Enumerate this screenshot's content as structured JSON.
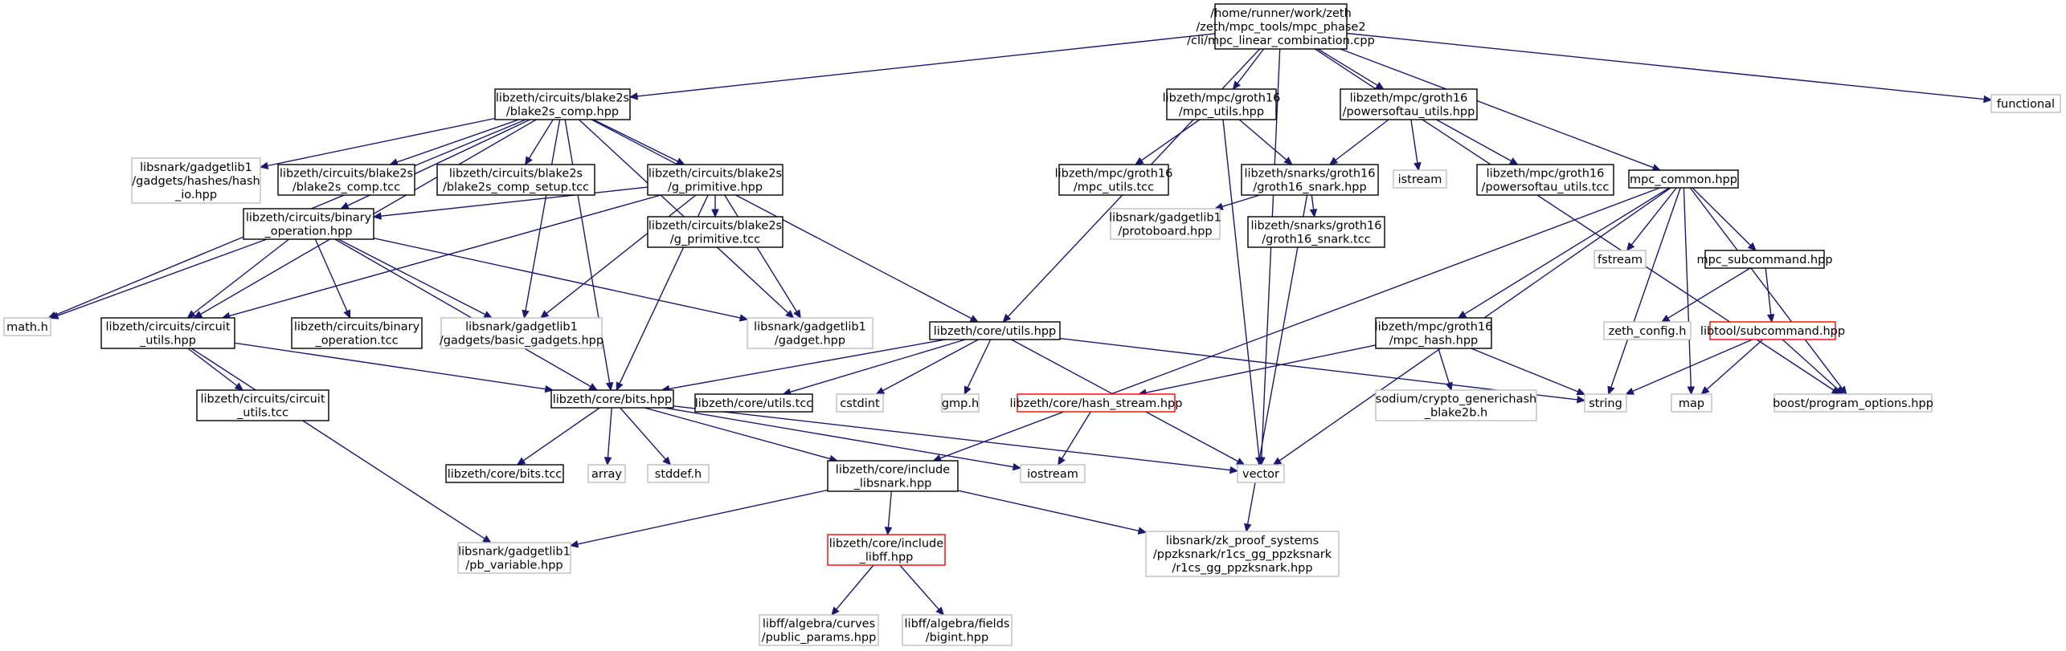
{
  "colors": {
    "edge": "#191970",
    "border_documented": "#000000",
    "border_undocumented": "#bfbfbf",
    "border_incomplete": "#ff0000",
    "root_fill": "#bfbfbf",
    "node_fill": "#ffffff"
  },
  "nodes": [
    {
      "id": "root",
      "style": "root",
      "lines": [
        "/home/runner/work/zeth",
        "/zeth/mpc_tools/mpc_phase2",
        "/cli/mpc_linear_combination.cpp"
      ]
    },
    {
      "id": "blake2s_comp_hpp",
      "style": "doc",
      "lines": [
        "libzeth/circuits/blake2s",
        "/blake2s_comp.hpp"
      ]
    },
    {
      "id": "mpc_utils_hpp",
      "style": "doc",
      "lines": [
        "libzeth/mpc/groth16",
        "/mpc_utils.hpp"
      ]
    },
    {
      "id": "powersoftau_utils_hpp",
      "style": "doc",
      "lines": [
        "libzeth/mpc/groth16",
        "/powersoftau_utils.hpp"
      ]
    },
    {
      "id": "functional",
      "style": "undoc",
      "lines": [
        "functional"
      ]
    },
    {
      "id": "hash_io_hpp",
      "style": "undoc",
      "lines": [
        "libsnark/gadgetlib1",
        "/gadgets/hashes/hash",
        "_io.hpp"
      ]
    },
    {
      "id": "blake2s_comp_tcc",
      "style": "doc",
      "lines": [
        "libzeth/circuits/blake2s",
        "/blake2s_comp.tcc"
      ]
    },
    {
      "id": "blake2s_comp_setup_tcc",
      "style": "doc",
      "lines": [
        "libzeth/circuits/blake2s",
        "/blake2s_comp_setup.tcc"
      ]
    },
    {
      "id": "g_primitive_hpp",
      "style": "doc",
      "lines": [
        "libzeth/circuits/blake2s",
        "/g_primitive.hpp"
      ]
    },
    {
      "id": "mpc_utils_tcc",
      "style": "doc",
      "lines": [
        "libzeth/mpc/groth16",
        "/mpc_utils.tcc"
      ]
    },
    {
      "id": "groth16_snark_hpp",
      "style": "doc",
      "lines": [
        "libzeth/snarks/groth16",
        "/groth16_snark.hpp"
      ]
    },
    {
      "id": "istream",
      "style": "undoc",
      "lines": [
        "istream"
      ]
    },
    {
      "id": "powersoftau_utils_tcc",
      "style": "doc",
      "lines": [
        "libzeth/mpc/groth16",
        "/powersoftau_utils.tcc"
      ]
    },
    {
      "id": "mpc_common_hpp",
      "style": "doc",
      "lines": [
        "mpc_common.hpp"
      ]
    },
    {
      "id": "g_primitive_tcc",
      "style": "doc",
      "lines": [
        "libzeth/circuits/blake2s",
        "/g_primitive.tcc"
      ]
    },
    {
      "id": "binary_operation_hpp",
      "style": "doc",
      "lines": [
        "libzeth/circuits/binary",
        "_operation.hpp"
      ]
    },
    {
      "id": "protoboard_hpp",
      "style": "undoc",
      "lines": [
        "libsnark/gadgetlib1",
        "/protoboard.hpp"
      ]
    },
    {
      "id": "groth16_snark_tcc",
      "style": "doc",
      "lines": [
        "libzeth/snarks/groth16",
        "/groth16_snark.tcc"
      ]
    },
    {
      "id": "fstream",
      "style": "undoc",
      "lines": [
        "fstream"
      ]
    },
    {
      "id": "mpc_subcommand_hpp",
      "style": "doc",
      "lines": [
        "mpc_subcommand.hpp"
      ]
    },
    {
      "id": "math_h",
      "style": "undoc",
      "lines": [
        "math.h"
      ]
    },
    {
      "id": "circuit_utils_hpp",
      "style": "doc",
      "lines": [
        "libzeth/circuits/circuit",
        "_utils.hpp"
      ]
    },
    {
      "id": "binary_operation_tcc",
      "style": "doc",
      "lines": [
        "libzeth/circuits/binary",
        "_operation.tcc"
      ]
    },
    {
      "id": "basic_gadgets_hpp",
      "style": "undoc",
      "lines": [
        "libsnark/gadgetlib1",
        "/gadgets/basic_gadgets.hpp"
      ]
    },
    {
      "id": "gadget_hpp",
      "style": "undoc",
      "lines": [
        "libsnark/gadgetlib1",
        "/gadget.hpp"
      ]
    },
    {
      "id": "core_utils_hpp",
      "style": "doc",
      "lines": [
        "libzeth/core/utils.hpp"
      ]
    },
    {
      "id": "mpc_hash_hpp",
      "style": "doc",
      "lines": [
        "libzeth/mpc/groth16",
        "/mpc_hash.hpp"
      ]
    },
    {
      "id": "zeth_config_h",
      "style": "undoc",
      "lines": [
        "zeth_config.h"
      ]
    },
    {
      "id": "libtool_subcommand_hpp",
      "style": "incomplete",
      "lines": [
        "libtool/subcommand.hpp"
      ]
    },
    {
      "id": "circuit_utils_tcc",
      "style": "doc",
      "lines": [
        "libzeth/circuits/circuit",
        "_utils.tcc"
      ]
    },
    {
      "id": "bits_hpp",
      "style": "doc",
      "lines": [
        "libzeth/core/bits.hpp"
      ]
    },
    {
      "id": "core_utils_tcc",
      "style": "doc",
      "lines": [
        "libzeth/core/utils.tcc"
      ]
    },
    {
      "id": "cstdint",
      "style": "undoc",
      "lines": [
        "cstdint"
      ]
    },
    {
      "id": "gmp_h",
      "style": "undoc",
      "lines": [
        "gmp.h"
      ]
    },
    {
      "id": "hash_stream_hpp",
      "style": "incomplete",
      "lines": [
        "libzeth/core/hash_stream.hpp"
      ]
    },
    {
      "id": "crypto_generichash_h",
      "style": "undoc",
      "lines": [
        "sodium/crypto_generichash",
        "_blake2b.h"
      ]
    },
    {
      "id": "string",
      "style": "undoc",
      "lines": [
        "string"
      ]
    },
    {
      "id": "map",
      "style": "undoc",
      "lines": [
        "map"
      ]
    },
    {
      "id": "program_options_hpp",
      "style": "undoc",
      "lines": [
        "boost/program_options.hpp"
      ]
    },
    {
      "id": "bits_tcc",
      "style": "doc",
      "lines": [
        "libzeth/core/bits.tcc"
      ]
    },
    {
      "id": "array",
      "style": "undoc",
      "lines": [
        "array"
      ]
    },
    {
      "id": "stddef_h",
      "style": "undoc",
      "lines": [
        "stddef.h"
      ]
    },
    {
      "id": "include_libsnark_hpp",
      "style": "doc",
      "lines": [
        "libzeth/core/include",
        "_libsnark.hpp"
      ]
    },
    {
      "id": "iostream",
      "style": "undoc",
      "lines": [
        "iostream"
      ]
    },
    {
      "id": "vector",
      "style": "undoc",
      "lines": [
        "vector"
      ]
    },
    {
      "id": "pb_variable_hpp",
      "style": "undoc",
      "lines": [
        "libsnark/gadgetlib1",
        "/pb_variable.hpp"
      ]
    },
    {
      "id": "r1cs_gg_ppzksnark_hpp",
      "style": "undoc",
      "lines": [
        "libsnark/zk_proof_systems",
        "/ppzksnark/r1cs_gg_ppzksnark",
        "/r1cs_gg_ppzksnark.hpp"
      ]
    },
    {
      "id": "include_libff_hpp",
      "style": "incomplete",
      "lines": [
        "libzeth/core/include",
        "_libff.hpp"
      ]
    },
    {
      "id": "public_params_hpp",
      "style": "undoc",
      "lines": [
        "libff/algebra/curves",
        "/public_params.hpp"
      ]
    },
    {
      "id": "bigint_hpp",
      "style": "undoc",
      "lines": [
        "libff/algebra/fields",
        "/bigint.hpp"
      ]
    }
  ],
  "edges": [
    [
      "root",
      "blake2s_comp_hpp"
    ],
    [
      "root",
      "core_utils_hpp"
    ],
    [
      "root",
      "vector"
    ],
    [
      "root",
      "mpc_utils_hpp"
    ],
    [
      "root",
      "powersoftau_utils_hpp"
    ],
    [
      "root",
      "mpc_common_hpp"
    ],
    [
      "root",
      "program_options_hpp"
    ],
    [
      "root",
      "functional"
    ],
    [
      "blake2s_comp_hpp",
      "math_h"
    ],
    [
      "blake2s_comp_hpp",
      "circuit_utils_hpp"
    ],
    [
      "blake2s_comp_hpp",
      "binary_operation_hpp"
    ],
    [
      "blake2s_comp_hpp",
      "hash_io_hpp"
    ],
    [
      "blake2s_comp_hpp",
      "blake2s_comp_tcc"
    ],
    [
      "blake2s_comp_hpp",
      "blake2s_comp_setup_tcc"
    ],
    [
      "blake2s_comp_hpp",
      "g_primitive_hpp"
    ],
    [
      "blake2s_comp_hpp",
      "basic_gadgets_hpp"
    ],
    [
      "blake2s_comp_hpp",
      "gadget_hpp"
    ],
    [
      "blake2s_comp_hpp",
      "bits_hpp"
    ],
    [
      "blake2s_comp_hpp",
      "core_utils_hpp"
    ],
    [
      "g_primitive_hpp",
      "binary_operation_hpp"
    ],
    [
      "g_primitive_hpp",
      "circuit_utils_hpp"
    ],
    [
      "g_primitive_hpp",
      "g_primitive_tcc"
    ],
    [
      "g_primitive_hpp",
      "basic_gadgets_hpp"
    ],
    [
      "g_primitive_hpp",
      "gadget_hpp"
    ],
    [
      "g_primitive_hpp",
      "bits_hpp"
    ],
    [
      "binary_operation_hpp",
      "math_h"
    ],
    [
      "binary_operation_hpp",
      "circuit_utils_hpp"
    ],
    [
      "binary_operation_hpp",
      "binary_operation_tcc"
    ],
    [
      "binary_operation_hpp",
      "basic_gadgets_hpp"
    ],
    [
      "binary_operation_hpp",
      "gadget_hpp"
    ],
    [
      "binary_operation_hpp",
      "bits_hpp"
    ],
    [
      "circuit_utils_hpp",
      "circuit_utils_tcc"
    ],
    [
      "circuit_utils_hpp",
      "bits_hpp"
    ],
    [
      "circuit_utils_hpp",
      "pb_variable_hpp"
    ],
    [
      "core_utils_hpp",
      "bits_hpp"
    ],
    [
      "core_utils_hpp",
      "core_utils_tcc"
    ],
    [
      "core_utils_hpp",
      "cstdint"
    ],
    [
      "core_utils_hpp",
      "gmp_h"
    ],
    [
      "core_utils_hpp",
      "string"
    ],
    [
      "core_utils_hpp",
      "vector"
    ],
    [
      "bits_hpp",
      "bits_tcc"
    ],
    [
      "bits_hpp",
      "array"
    ],
    [
      "bits_hpp",
      "stddef_h"
    ],
    [
      "bits_hpp",
      "include_libsnark_hpp"
    ],
    [
      "bits_hpp",
      "iostream"
    ],
    [
      "bits_hpp",
      "vector"
    ],
    [
      "mpc_utils_hpp",
      "mpc_utils_tcc"
    ],
    [
      "mpc_utils_hpp",
      "groth16_snark_hpp"
    ],
    [
      "mpc_utils_hpp",
      "vector"
    ],
    [
      "powersoftau_utils_hpp",
      "groth16_snark_hpp"
    ],
    [
      "powersoftau_utils_hpp",
      "istream"
    ],
    [
      "powersoftau_utils_hpp",
      "powersoftau_utils_tcc"
    ],
    [
      "groth16_snark_hpp",
      "protoboard_hpp"
    ],
    [
      "groth16_snark_hpp",
      "groth16_snark_tcc"
    ],
    [
      "groth16_snark_hpp",
      "r1cs_gg_ppzksnark_hpp"
    ],
    [
      "mpc_common_hpp",
      "include_libsnark_hpp"
    ],
    [
      "mpc_common_hpp",
      "mpc_hash_hpp"
    ],
    [
      "mpc_common_hpp",
      "fstream"
    ],
    [
      "mpc_common_hpp",
      "string"
    ],
    [
      "mpc_common_hpp",
      "mpc_subcommand_hpp"
    ],
    [
      "mpc_common_hpp",
      "map"
    ],
    [
      "mpc_common_hpp",
      "program_options_hpp"
    ],
    [
      "mpc_common_hpp",
      "vector"
    ],
    [
      "mpc_hash_hpp",
      "hash_stream_hpp"
    ],
    [
      "mpc_hash_hpp",
      "crypto_generichash_h"
    ],
    [
      "mpc_hash_hpp",
      "string"
    ],
    [
      "hash_stream_hpp",
      "iostream"
    ],
    [
      "mpc_subcommand_hpp",
      "zeth_config_h"
    ],
    [
      "mpc_subcommand_hpp",
      "libtool_subcommand_hpp"
    ],
    [
      "libtool_subcommand_hpp",
      "string"
    ],
    [
      "libtool_subcommand_hpp",
      "map"
    ],
    [
      "libtool_subcommand_hpp",
      "program_options_hpp"
    ],
    [
      "include_libsnark_hpp",
      "pb_variable_hpp"
    ],
    [
      "include_libsnark_hpp",
      "include_libff_hpp"
    ],
    [
      "include_libsnark_hpp",
      "r1cs_gg_ppzksnark_hpp"
    ],
    [
      "include_libff_hpp",
      "public_params_hpp"
    ],
    [
      "include_libff_hpp",
      "bigint_hpp"
    ]
  ]
}
